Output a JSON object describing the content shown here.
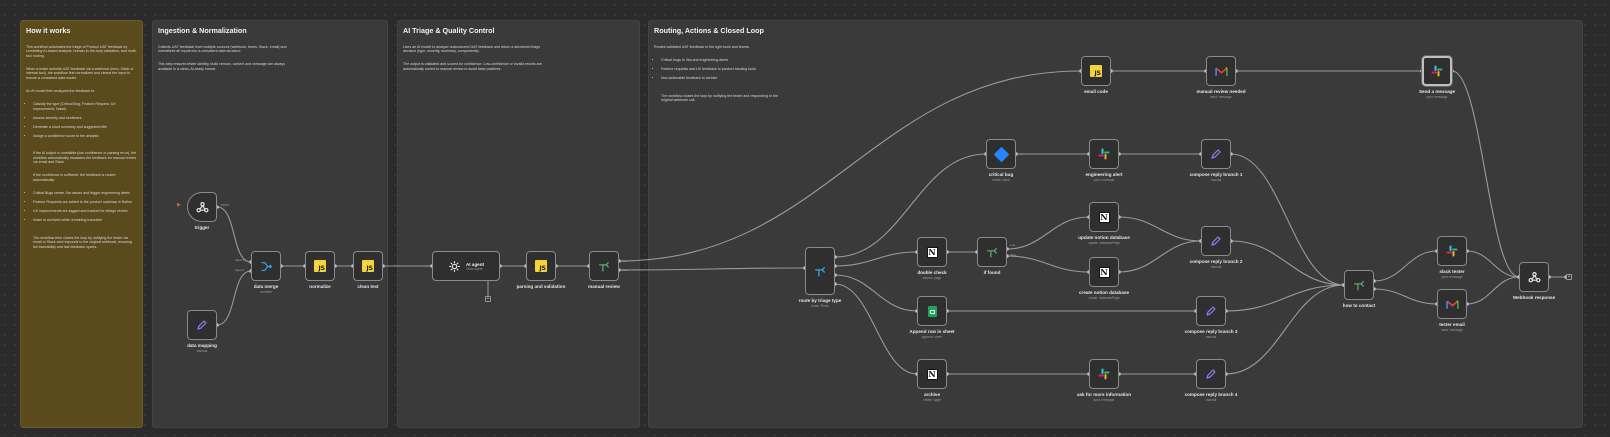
{
  "stickies": {
    "how": {
      "title": "How it works",
      "p1": "This workflow automates the triage of Product UAT feedback by combining AI-based analysis, human-in-the-loop validation, and multi-tool routing.",
      "p2": "When a tester submits UAT feedback via a webhook (form, Slack or internal tool), the workflow first normalizes and cleans the input to ensure a consistent data model.",
      "p3": "An AI model then analyzes the feedback to:",
      "list1": [
        "Classify the type (Critical Bug, Feature Request, UX Improvement, Noise)",
        "Assess severity and sentiment",
        "Generate a short summary and suggested title",
        "Assign a confidence score to the analysis"
      ],
      "p4": "If the AI output is unreliable (low confidence or parsing error), the workflow automatically escalates the feedback for manual review via email and Slack.",
      "p5": "If the confidence is sufficient, the feedback is routed automatically:",
      "list2": [
        "Critical Bugs create Jira issues and trigger engineering alerts",
        "Feature Requests are added to the product roadmap in Notion",
        "UX improvements are logged and tracked for design review",
        "Noise is archived while remaining traceable"
      ],
      "p6": "The workflow then closes the loop by notifying the tester via email or Slack and responds to the original webhook, ensuring full traceability and fast feedback cycles."
    },
    "ingest": {
      "title": "Ingestion & Normalization",
      "p1": "Collects UAT feedback from multiple sources (webhook, forms, Slack, email) and normalizes all inputs into a consistent data structure.",
      "p2": "This step ensures tester identity, build version, context and message are always available in a clean, AI-ready format."
    },
    "triage": {
      "title": "AI Triage & Quality Control",
      "p1": "Uses an AI model to analyze unstructured UAT feedback and return a structured triage decision (type, severity, summary, components).",
      "p2": "The output is validated and scored for confidence. Low-confidence or invalid results are automatically routed to manual review to avoid false positives."
    },
    "routing": {
      "title": "Routing, Actions & Closed Loop",
      "p1": "Routes validated UAT feedback to the right tools and teams:",
      "list": [
        "Critical bugs to Jira and engineering alerts",
        "Feature requests and UX feedback to product tracking tools",
        "Non-actionable feedback to archive"
      ],
      "p2": "The workflow closes the loop by notifying the tester and responding to the original webhook call."
    }
  },
  "nodes": {
    "trigger": {
      "name": "trigger",
      "sub": "",
      "icon": "webhook-icon",
      "port": "POST"
    },
    "data_mapping": {
      "name": "data mapping",
      "sub": "manual",
      "icon": "pencil-icon"
    },
    "data_merge": {
      "name": "data merge",
      "sub": "combine",
      "icon": "merge-icon",
      "in1": "Input 1",
      "in2": "Input 2"
    },
    "normalize": {
      "name": "normalize",
      "sub": "",
      "icon": "js-icon"
    },
    "clean_text": {
      "name": "clean text",
      "sub": "",
      "icon": "js-icon"
    },
    "ai_agent": {
      "name": "AI agent",
      "sub": "Tools Agent",
      "icon": "robot-icon"
    },
    "parsing": {
      "name": "parsing and validation",
      "sub": "",
      "icon": "js-icon"
    },
    "manual_review": {
      "name": "manual review",
      "sub": "",
      "icon": "if-icon",
      "p_true": "true",
      "p_false": "false"
    },
    "email_code": {
      "name": "email code",
      "sub": "",
      "icon": "js-icon"
    },
    "manual_review_needed": {
      "name": "manual review needed",
      "sub": "send: message",
      "icon": "gmail-icon"
    },
    "send_message": {
      "name": "Send a message",
      "sub": "post: message",
      "icon": "slack-icon"
    },
    "critical_bug": {
      "name": "critical bug",
      "sub": "create: issue",
      "icon": "jira-icon"
    },
    "engineering_alert": {
      "name": "engineering alert",
      "sub": "post: message",
      "icon": "slack-icon"
    },
    "compose1": {
      "name": "compose reply branch 1",
      "sub": "manual",
      "icon": "pencil-icon"
    },
    "route": {
      "name": "route by triage type",
      "sub": "mode: Rules",
      "icon": "switch-icon"
    },
    "double_check": {
      "name": "double check",
      "sub": "search: page",
      "icon": "notion-icon"
    },
    "if_found": {
      "name": "if found",
      "sub": "",
      "icon": "if-icon",
      "p_true": "true",
      "p_false": "false"
    },
    "update_notion": {
      "name": "update notion database",
      "sub": "update: databasePage",
      "icon": "notion-icon"
    },
    "create_notion": {
      "name": "create notion database",
      "sub": "create: databasePage",
      "icon": "notion-icon"
    },
    "compose2": {
      "name": "compose reply branch 2",
      "sub": "manual",
      "icon": "pencil-icon"
    },
    "append_row": {
      "name": "Append row in sheet",
      "sub": "append: sheet",
      "icon": "sheets-icon"
    },
    "compose3": {
      "name": "compose reply branch 3",
      "sub": "manual",
      "icon": "pencil-icon"
    },
    "archive": {
      "name": "archive",
      "sub": "create: page",
      "icon": "notion-icon"
    },
    "ask_info": {
      "name": "ask for more information",
      "sub": "post: message",
      "icon": "slack-icon"
    },
    "compose4": {
      "name": "compose reply branch 4",
      "sub": "manual",
      "icon": "pencil-icon"
    },
    "how_to_contact": {
      "name": "how to contact",
      "sub": "",
      "icon": "if-icon"
    },
    "slack_tester": {
      "name": "slack tester",
      "sub": "post: message",
      "icon": "slack-icon"
    },
    "tester_email": {
      "name": "tester email",
      "sub": "send: message",
      "icon": "gmail-icon"
    },
    "webhook_response": {
      "name": "Webhook response",
      "sub": "",
      "icon": "webhook-icon"
    }
  },
  "colors": {
    "canvas": "#2b2b2b",
    "sticky_yellow": "#5a4a1c",
    "sticky_gray": "#3a3a3a",
    "wire": "#9a9a9a",
    "js": "#f5d33a",
    "jira": "#2684ff",
    "if_green": "#4fae6a",
    "switch_blue": "#3aa3e3"
  }
}
